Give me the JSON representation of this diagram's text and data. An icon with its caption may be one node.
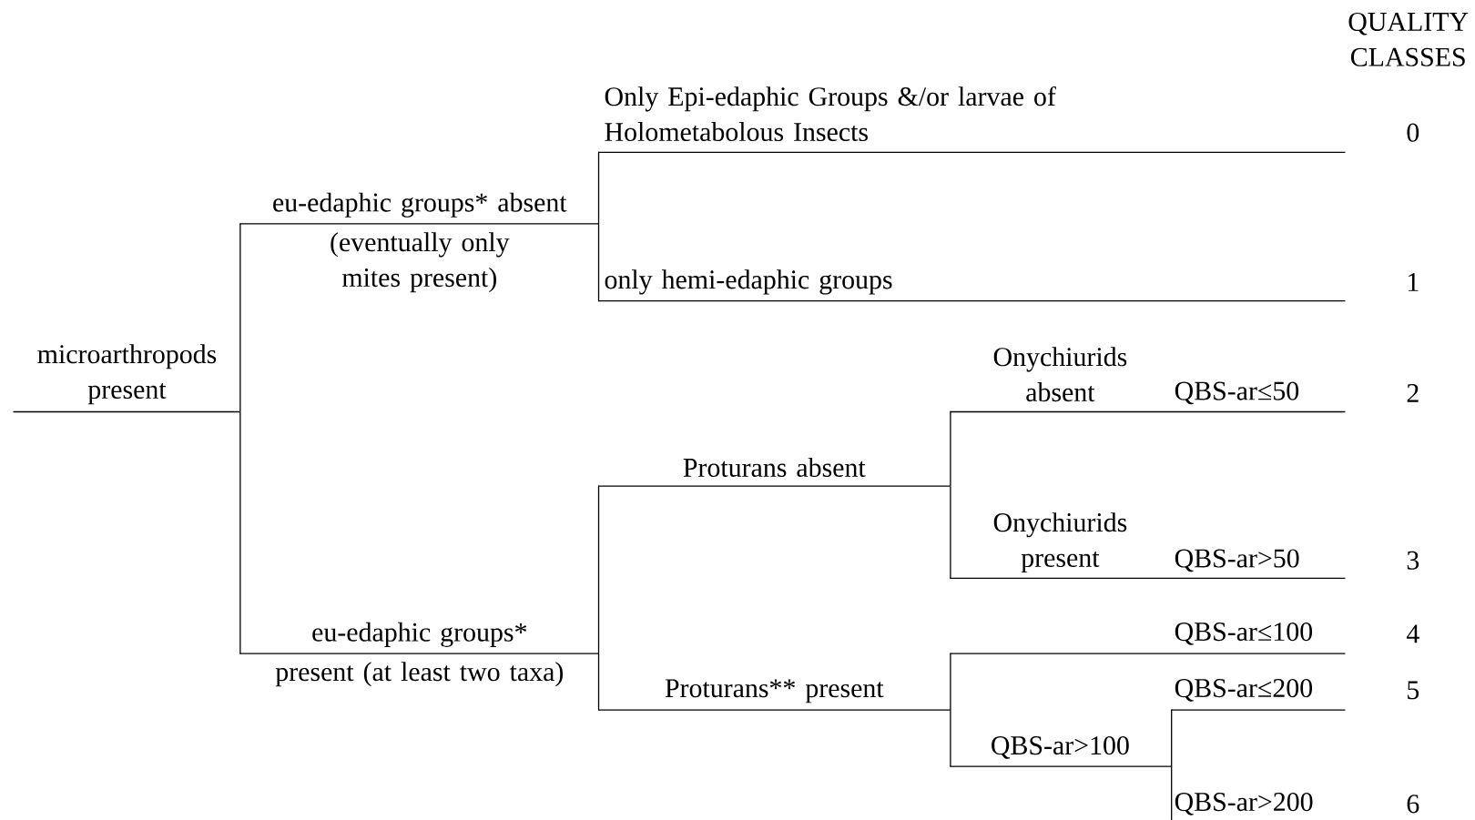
{
  "diagram": {
    "nodes": [
      {
        "text": [
          "microarthropods present"
        ]
      },
      {
        "text": [
          "eu-edaphic groups* absent",
          "(eventually only mites present)"
        ]
      },
      {
        "text": [
          "Only Epi-edaphic Groups &/or larvae of Holometabolous Insects"
        ]
      },
      {
        "text": [
          "only hemi-edaphic groups"
        ]
      },
      {
        "text": [
          "eu-edaphic groups*",
          "present (at least two taxa)"
        ]
      },
      {
        "text": [
          "Proturans absent"
        ]
      },
      {
        "text": [
          "Onychiurids absent",
          "QBS-ar≤50"
        ]
      },
      {
        "text": [
          "Onychiurids present",
          "QBS-ar>50"
        ]
      },
      {
        "text": [
          "Proturans** present"
        ]
      },
      {
        "text": [
          "QBS-ar≤100"
        ]
      },
      {
        "text": [
          "QBS-ar>100"
        ]
      },
      {
        "text": [
          "QBS-ar≤200"
        ]
      },
      {
        "text": [
          "QBS-ar>200"
        ]
      }
    ],
    "edges": [
      {
        "from": 0,
        "to": 1,
        "arrow": "none"
      },
      {
        "from": 0,
        "to": 4,
        "arrow": "none"
      },
      {
        "from": 1,
        "to": 2,
        "arrow": "none"
      },
      {
        "from": 1,
        "to": 3,
        "arrow": "none"
      },
      {
        "from": 4,
        "to": 5,
        "arrow": "none"
      },
      {
        "from": 4,
        "to": 8,
        "arrow": "none"
      },
      {
        "from": 5,
        "to": 6,
        "arrow": "none"
      },
      {
        "from": 5,
        "to": 7,
        "arrow": "none"
      },
      {
        "from": 8,
        "to": 9,
        "arrow": "none"
      },
      {
        "from": 8,
        "to": 10,
        "arrow": "none"
      },
      {
        "from": 10,
        "to": 11,
        "arrow": "none"
      },
      {
        "from": 10,
        "to": 12,
        "arrow": "none"
      }
    ],
    "labels": [
      "QUALITY CLASSES",
      "0",
      "1",
      "2",
      "3",
      "4",
      "5",
      "6"
    ]
  }
}
